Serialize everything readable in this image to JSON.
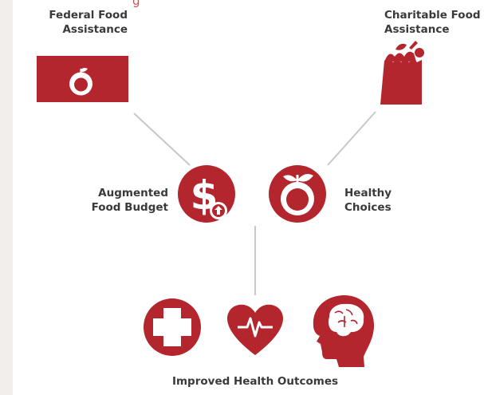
{
  "colors": {
    "primary_red": "#b3262e",
    "connector_gray": "#c8c8c8",
    "text": "#3a3a3a",
    "page_background": "#f2eeec",
    "canvas_background": "#ffffff"
  },
  "cropped_header": "g",
  "nodes": {
    "federal": {
      "label_lines": [
        "Federal Food",
        "Assistance"
      ],
      "icon": "apple-flag-icon"
    },
    "charitable": {
      "label_lines": [
        "Charitable Food",
        "Assistance"
      ],
      "icon": "grocery-bag-icon"
    },
    "budget": {
      "label_lines": [
        "Augmented",
        "Food Budget"
      ],
      "icon": "dollar-up-arrow-icon"
    },
    "healthy": {
      "label_lines": [
        "Healthy",
        "Choices"
      ],
      "icon": "apple-circle-icon"
    },
    "outcomes": {
      "label": "Improved Health Outcomes",
      "icons": [
        "medical-cross-icon",
        "heart-pulse-icon",
        "brain-head-icon"
      ]
    }
  }
}
